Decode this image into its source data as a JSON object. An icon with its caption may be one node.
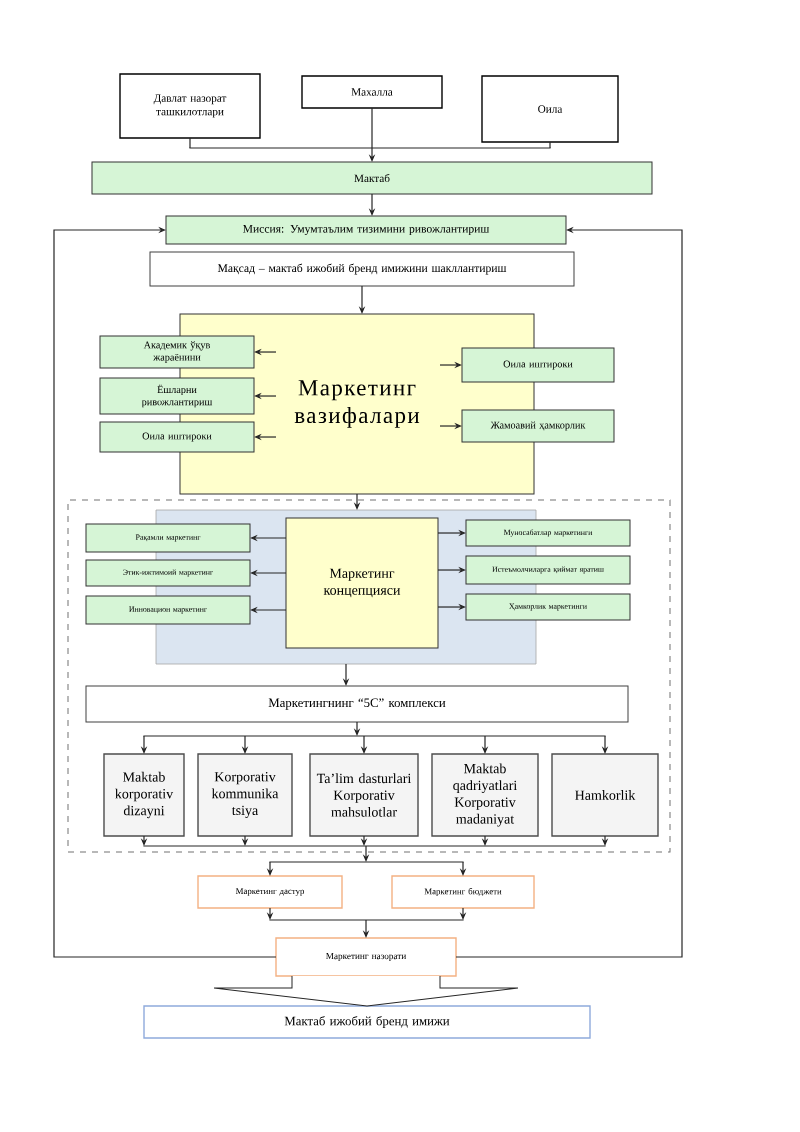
{
  "diagram": {
    "nodes": [
      {
        "text": [
          "Давлат назорат ташкилотлари"
        ]
      },
      {
        "text": [
          "Махалла"
        ]
      },
      {
        "text": [
          "Оила"
        ]
      },
      {
        "text": [
          "Мактаб"
        ]
      },
      {
        "text": [
          "Миссия: Умумтаълим тизимини ривожлантириш"
        ]
      },
      {
        "text": [
          "Мақсад – мактаб ижобий бренд имижини шакллантириш"
        ]
      },
      {
        "text": [
          "Маркетинг вазифалари"
        ]
      },
      {
        "text": [
          "Академик ўқув жараёнини"
        ]
      },
      {
        "text": [
          "Оила иштироки"
        ]
      },
      {
        "text": [
          "Ёшларни ривожлантириш"
        ]
      },
      {
        "text": [
          "Жамоавий ҳамкорлик"
        ]
      },
      {
        "text": [
          "Оила иштироки"
        ]
      },
      {
        "text": [],
        "shape": "box"
      },
      {
        "text": [],
        "shape": "box",
        "in": 12
      },
      {
        "text": [
          "Маркетинг концепцияси"
        ],
        "in": 13
      },
      {
        "text": [
          "Рақамли маркетинг"
        ],
        "in": 12
      },
      {
        "text": [
          "Муносабатлар маркетинги"
        ],
        "in": 12
      },
      {
        "text": [
          "Этик-ижтимоий маркетинг"
        ],
        "in": 12
      },
      {
        "text": [
          "Истеъмолчиларга қиймат яратиш"
        ],
        "in": 12
      },
      {
        "text": [
          "Инновацион маркетинг"
        ],
        "in": 12
      },
      {
        "text": [
          "Ҳамкорлик маркетинги"
        ],
        "in": 12
      },
      {
        "text": [
          "Маркетингнинг “5C” комплекси"
        ],
        "in": 12
      },
      {
        "text": [
          "Maktab korporativ dizayni"
        ],
        "in": 12
      },
      {
        "text": [
          "Korporativ kommunika tsiya"
        ],
        "in": 12
      },
      {
        "text": [
          "Ta’lim dasturlari Korporativ mahsulotlar"
        ],
        "in": 12
      },
      {
        "text": [
          "Maktab qadriyatlari Korporativ madaniyat"
        ],
        "in": 12
      },
      {
        "text": [
          "Hamkorlik"
        ],
        "in": 12
      },
      {
        "text": [
          "Маркетинг дастур"
        ]
      },
      {
        "text": [
          "Маркетинг бюджети"
        ]
      },
      {
        "text": [
          "Маркетинг назорати"
        ]
      },
      {
        "text": [
          "Мактаб ижобий бренд имижи"
        ]
      }
    ],
    "edges": [
      {
        "from": 0,
        "to": 3,
        "arrow": "to"
      },
      {
        "from": 1,
        "to": 3,
        "arrow": "to"
      },
      {
        "from": 2,
        "to": 3,
        "arrow": "to"
      },
      {
        "from": 3,
        "to": 4,
        "arrow": "to"
      },
      {
        "from": 5,
        "to": 6,
        "arrow": "to"
      },
      {
        "from": 6,
        "to": 7,
        "arrow": "to"
      },
      {
        "from": 6,
        "to": 8,
        "arrow": "to"
      },
      {
        "from": 6,
        "to": 9,
        "arrow": "to"
      },
      {
        "from": 6,
        "to": 10,
        "arrow": "to"
      },
      {
        "from": 6,
        "to": 11,
        "arrow": "to"
      },
      {
        "from": 6,
        "to": 13,
        "arrow": "to"
      },
      {
        "from": 14,
        "to": 15,
        "arrow": "to"
      },
      {
        "from": 14,
        "to": 16,
        "arrow": "to"
      },
      {
        "from": 14,
        "to": 17,
        "arrow": "to"
      },
      {
        "from": 14,
        "to": 18,
        "arrow": "to"
      },
      {
        "from": 14,
        "to": 19,
        "arrow": "to"
      },
      {
        "from": 14,
        "to": 20,
        "arrow": "to"
      },
      {
        "from": 13,
        "to": 21,
        "arrow": "to"
      },
      {
        "from": 21,
        "to": 22,
        "arrow": "to"
      },
      {
        "from": 21,
        "to": 23,
        "arrow": "to"
      },
      {
        "from": 21,
        "to": 24,
        "arrow": "to"
      },
      {
        "from": 21,
        "to": 25,
        "arrow": "to"
      },
      {
        "from": 21,
        "to": 26,
        "arrow": "to"
      },
      {
        "from": 22,
        "to": 27,
        "arrow": "to"
      },
      {
        "from": 22,
        "to": 28,
        "arrow": "to"
      },
      {
        "from": 23,
        "to": 27,
        "arrow": "to"
      },
      {
        "from": 23,
        "to": 28,
        "arrow": "to"
      },
      {
        "from": 24,
        "to": 27,
        "arrow": "to"
      },
      {
        "from": 24,
        "to": 28,
        "arrow": "to"
      },
      {
        "from": 25,
        "to": 27,
        "arrow": "to"
      },
      {
        "from": 25,
        "to": 28,
        "arrow": "to"
      },
      {
        "from": 26,
        "to": 27,
        "arrow": "to"
      },
      {
        "from": 26,
        "to": 28,
        "arrow": "to"
      },
      {
        "from": 27,
        "to": 29,
        "arrow": "to"
      },
      {
        "from": 28,
        "to": 29,
        "arrow": "to"
      },
      {
        "from": 29,
        "to": 30,
        "arrow": "to"
      },
      {
        "from": 29,
        "to": 4,
        "arrow": "to"
      },
      {
        "from": 29,
        "to": 4,
        "arrow": "to"
      }
    ]
  }
}
